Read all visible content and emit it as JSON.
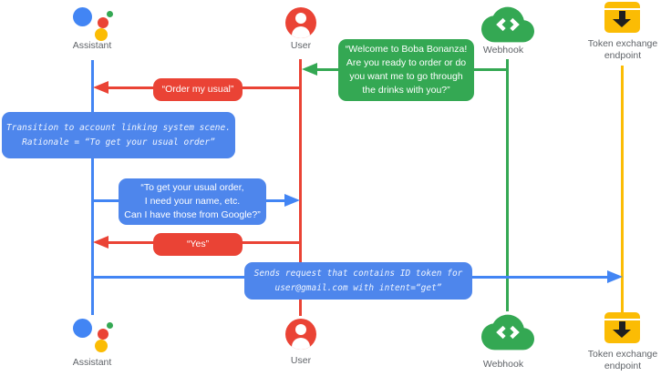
{
  "colors": {
    "blue": "#4285f4",
    "blue_box": "#4e86ec",
    "red": "#ea4335",
    "green": "#34a853",
    "yellow": "#fbbc04",
    "label_gray": "#5f6368"
  },
  "actors": {
    "assistant": {
      "label": "Assistant",
      "icon": "google-assistant-icon"
    },
    "user": {
      "label": "User",
      "icon": "person-icon"
    },
    "webhook": {
      "label": "Webhook",
      "icon": "cloud-code-icon"
    },
    "token_endpoint": {
      "label": "Token exchange endpoint",
      "icon": "archive-download-icon"
    }
  },
  "messages": {
    "welcome": {
      "from": "webhook",
      "to": "user",
      "style": "green",
      "text": "“Welcome to Boba Bonanza!\nAre you ready to order or do\nyou want me to go through\nthe drinks with you?”"
    },
    "order_my_usual": {
      "from": "user",
      "to": "assistant",
      "style": "red",
      "text": "“Order my usual”"
    },
    "transition_note": {
      "actor": "assistant",
      "style": "blue-code",
      "text": "Transition to account linking system scene.\nRationale = “To get your usual order”"
    },
    "ask_for_info": {
      "from": "assistant",
      "to": "user",
      "style": "blue",
      "text": "“To get your usual order,\nI need your name, etc.\nCan I have those from Google?”"
    },
    "yes": {
      "from": "user",
      "to": "assistant",
      "style": "red",
      "text": "“Yes”"
    },
    "send_request": {
      "from": "assistant",
      "to": "token_endpoint",
      "style": "blue-code",
      "text": "Sends request that contains ID token for\nuser@gmail.com with intent=“get”"
    }
  }
}
